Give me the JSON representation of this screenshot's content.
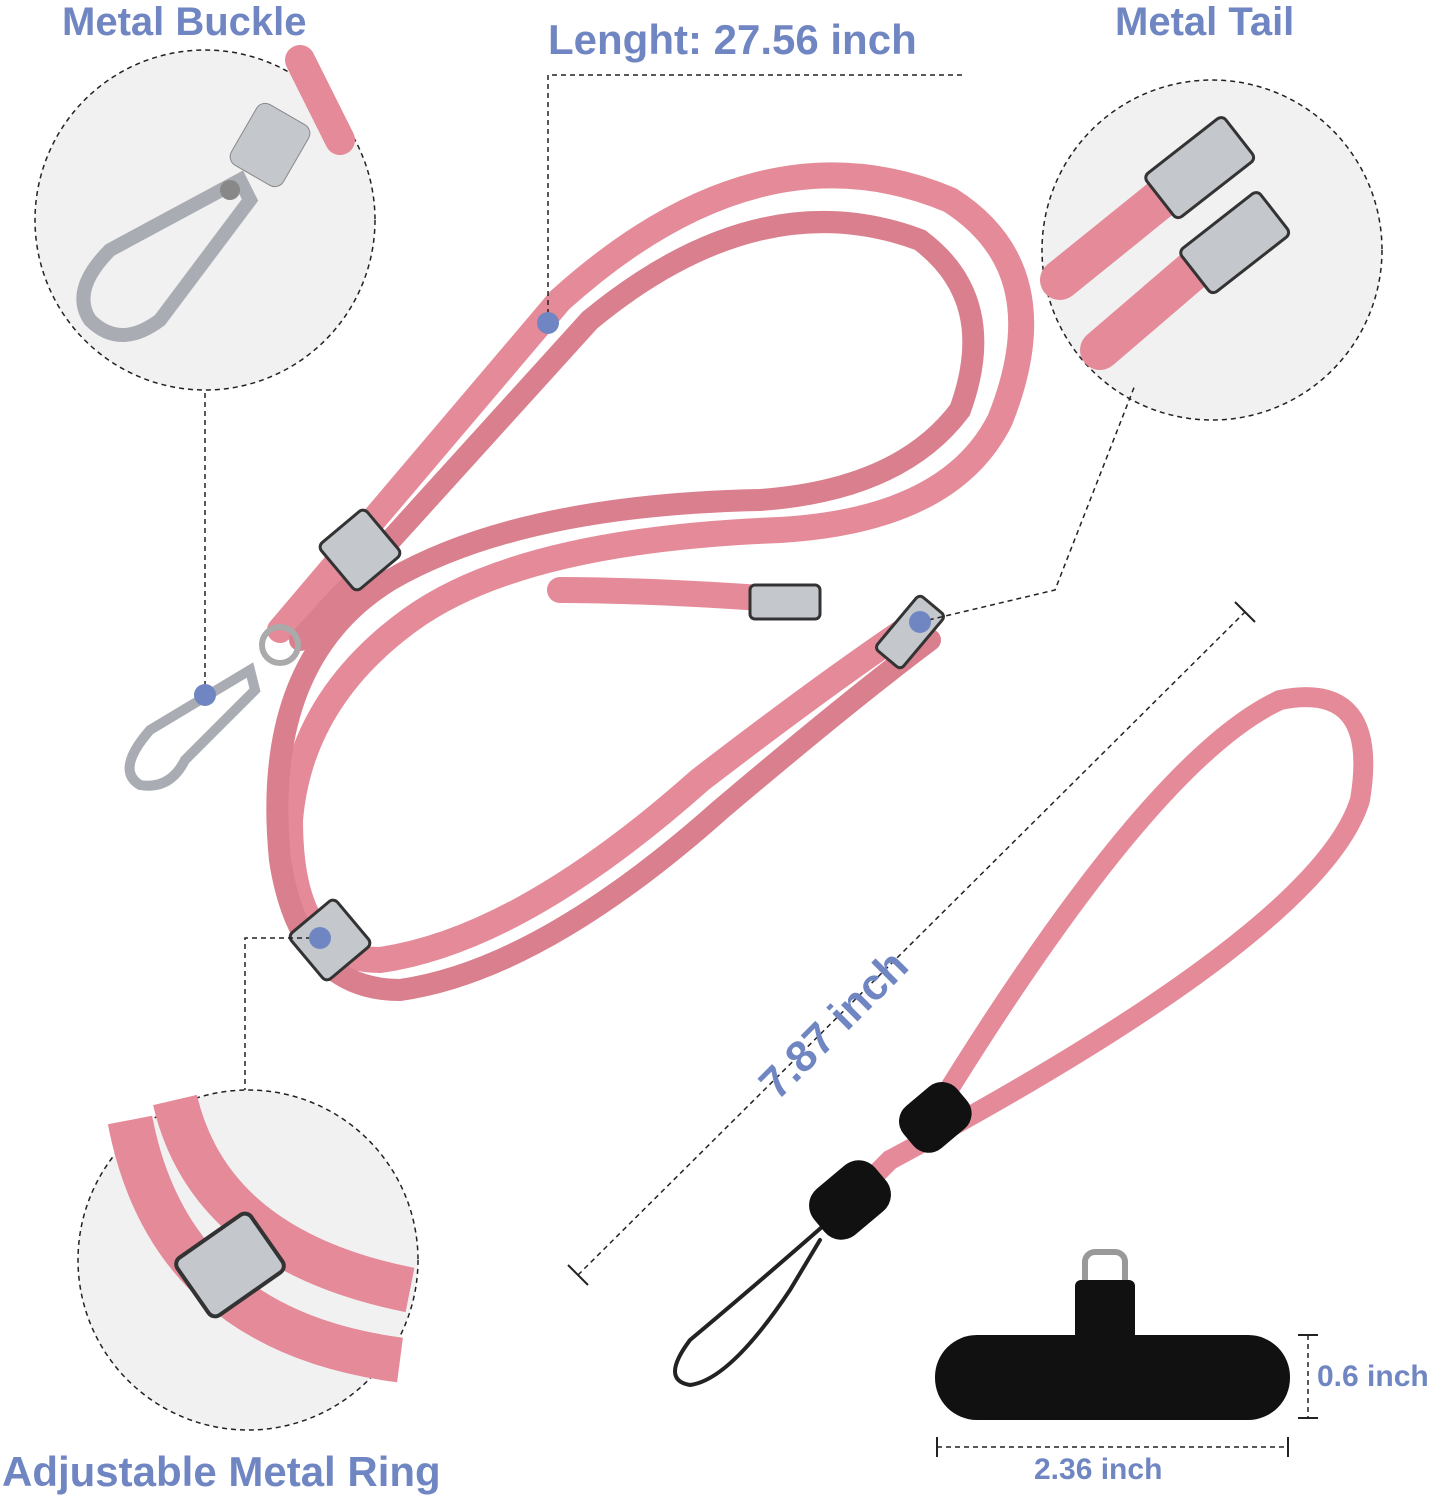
{
  "labels": {
    "metal_buckle": "Metal Buckle",
    "length": "Lenght: 27.56 inch",
    "metal_tail": "Metal Tail",
    "wrist_length": "7.87 inch",
    "patch_height": "0.6 inch",
    "patch_width": "2.36 inch",
    "adjustable_ring": "Adjustable Metal Ring"
  },
  "colors": {
    "label": "#7086c2",
    "cord": "#e58a98",
    "cord_dark": "#c96b7a",
    "metal": "#b9bcc2",
    "patch": "#111111"
  }
}
